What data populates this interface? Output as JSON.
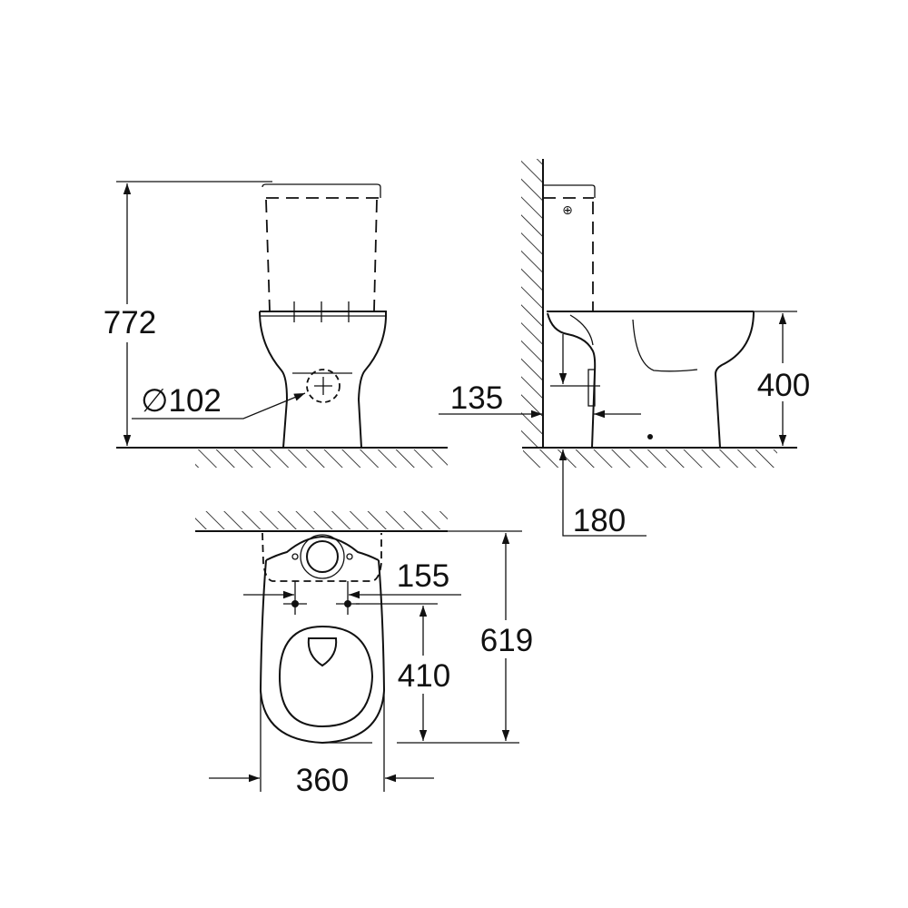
{
  "drawing": {
    "front_view": {
      "height_total": "772",
      "outlet_diameter": "∅102"
    },
    "side_view": {
      "wall_to_outlet": "135",
      "seat_height": "400",
      "outlet_center": "180"
    },
    "top_view": {
      "fixing_spacing": "155",
      "fixing_to_front": "410",
      "total_depth": "619",
      "width": "360"
    }
  },
  "colors": {
    "line": "#111111",
    "background": "#ffffff"
  }
}
